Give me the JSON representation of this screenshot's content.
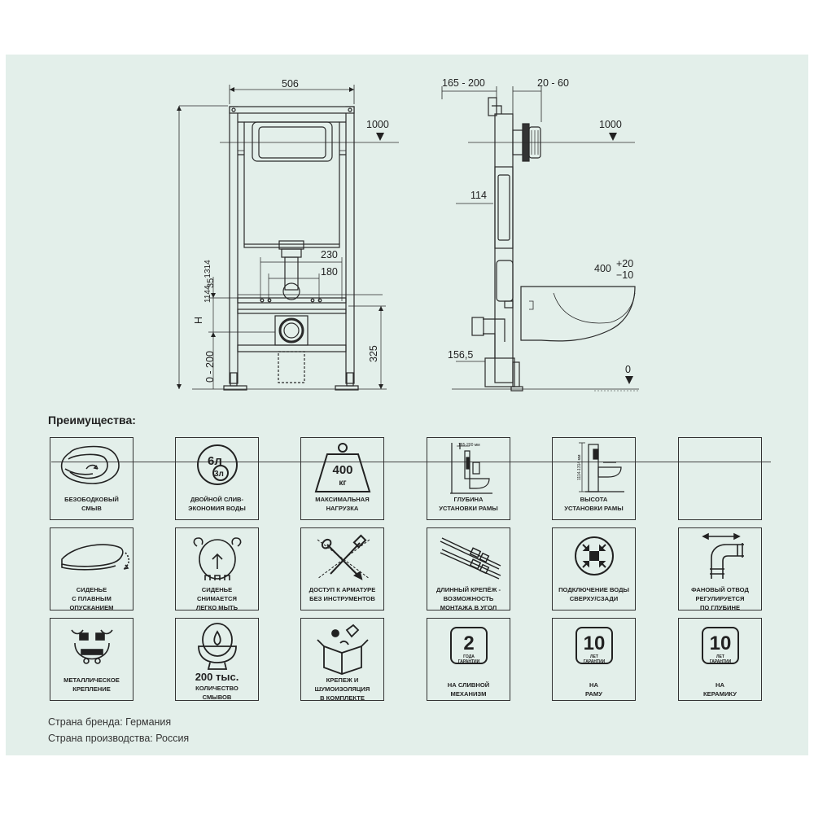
{
  "diagram": {
    "front": {
      "width": "506",
      "height_label": "H",
      "height_range": "1144 - 1314",
      "dim_35": "35",
      "adjust": "0 - 200",
      "level_1000": "1000",
      "dim_230": "230",
      "dim_180": "180",
      "dim_325": "325"
    },
    "side": {
      "depth": "165 - 200",
      "offset": "20 - 60",
      "level_1000": "1000",
      "dim_114": "114",
      "bowl_height": "400",
      "tol_plus": "+20",
      "tol_minus": "−10",
      "dim_156": "156,5",
      "floor": "0"
    }
  },
  "advantages": {
    "title": "Преимущества:",
    "cards": [
      {
        "icon": "rimless-bowl-icon",
        "lines": [
          "БЕЗОБОДКОВЫЙ",
          "СМЫВ"
        ]
      },
      {
        "icon": "dual-flush-icon",
        "top": "6л",
        "bottom": "3л",
        "lines": [
          "ДВОЙНОЙ СЛИВ-",
          "ЭКОНОМИЯ ВОДЫ"
        ]
      },
      {
        "icon": "max-load-icon",
        "value": "400",
        "unit": "кг",
        "lines": [
          "МАКСИМАЛЬНАЯ",
          "НАГРУЗКА"
        ]
      },
      {
        "icon": "frame-depth-icon",
        "mm": "165-200 мм",
        "lines": [
          "ГЛУБИНА",
          "УСТАНОВКИ РАМЫ"
        ]
      },
      {
        "icon": "frame-height-icon",
        "mm": "1114-1314 мм",
        "lines": [
          "ВЫСОТА",
          "УСТАНОВКИ РАМЫ"
        ]
      },
      {
        "icon": "empty",
        "lines": []
      },
      {
        "icon": "soft-close-seat-icon",
        "lines": [
          "СИДЕНЬЕ",
          "С ПЛАВНЫМ",
          "ОПУСКАНИЕМ"
        ]
      },
      {
        "icon": "removable-seat-icon",
        "lines": [
          "СИДЕНЬЕ",
          "СНИМАЕТСЯ",
          "ЛЕГКО МЫТЬ"
        ]
      },
      {
        "icon": "tool-free-icon",
        "lines": [
          "ДОСТУП К АРМАТУРЕ",
          "БЕЗ ИНСТРУМЕНТОВ"
        ]
      },
      {
        "icon": "long-bolts-icon",
        "lines": [
          "ДЛИННЫЙ КРЕПЁЖ -",
          "ВОЗМОЖНОСТЬ",
          "МОНТАЖА В УГОЛ"
        ]
      },
      {
        "icon": "water-connection-icon",
        "lines": [
          "ПОДКЛЮЧЕНИЕ ВОДЫ",
          "СВЕРХУ/СЗАДИ"
        ]
      },
      {
        "icon": "adjustable-drain-icon",
        "lines": [
          "ФАНОВЫЙ ОТВОД",
          "РЕГУЛИРУЕТСЯ",
          "ПО ГЛУБИНЕ"
        ]
      },
      {
        "icon": "metal-mount-icon",
        "lines": [
          "МЕТАЛЛИЧЕСКОЕ",
          "КРЕПЛЕНИЕ"
        ]
      },
      {
        "icon": "flush-count-icon",
        "value": "200 тыс.",
        "lines": [
          "КОЛИЧЕСТВО",
          "СМЫВОВ"
        ]
      },
      {
        "icon": "fixings-kit-icon",
        "lines": [
          "КРЕПЕЖ И",
          "ШУМОИЗОЛЯЦИЯ",
          "В КОМПЛЕКТЕ"
        ]
      },
      {
        "icon": "warranty-badge-icon",
        "num": "2",
        "sub": [
          "ГОДА",
          "ГАРАНТИИ"
        ],
        "lines": [
          "НА СЛИВНОЙ",
          "МЕХАНИЗМ"
        ]
      },
      {
        "icon": "warranty-badge-icon",
        "num": "10",
        "sub": [
          "ЛЕТ",
          "ГАРАНТИИ"
        ],
        "lines": [
          "НА",
          "РАМУ"
        ]
      },
      {
        "icon": "warranty-badge-icon",
        "num": "10",
        "sub": [
          "ЛЕТ",
          "ГАРАНТИИ"
        ],
        "lines": [
          "НА",
          "КЕРАМИКУ"
        ]
      }
    ]
  },
  "footer": {
    "brand_country": "Страна бренда: Германия",
    "made_country": "Страна производства: Россия"
  },
  "colors": {
    "background": "#e3efea",
    "ink": "#222222"
  }
}
